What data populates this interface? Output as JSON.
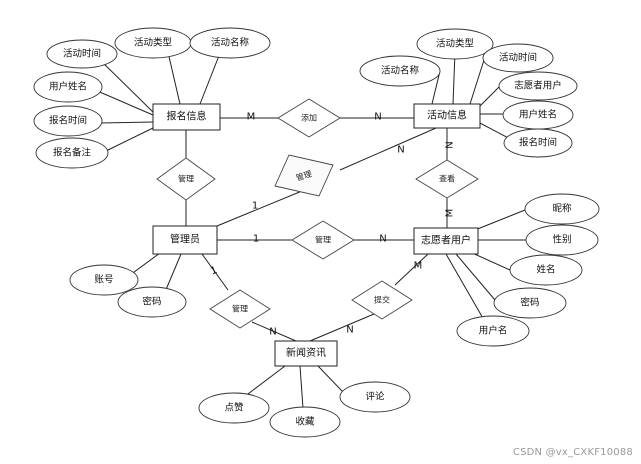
{
  "entities": {
    "baoming": "报名信息",
    "huodong": "活动信息",
    "guanliyuan": "管理员",
    "zhiyuanzhe": "志愿者用户",
    "xinwen": "新闻资讯"
  },
  "attributes": {
    "bm_time": "活动时间",
    "bm_type": "活动类型",
    "bm_name": "活动名称",
    "bm_username": "用户姓名",
    "bm_date": "报名时间",
    "bm_note": "报名备注",
    "hd_type": "活动类型",
    "hd_time": "活动时间",
    "hd_name": "活动名称",
    "hd_volunteer": "志愿者用户",
    "hd_username": "用户姓名",
    "hd_date": "报名时间",
    "gl_account": "账号",
    "gl_password": "密码",
    "zy_nickname": "昵称",
    "zy_gender": "性别",
    "zy_name": "姓名",
    "zy_password": "密码",
    "zy_username": "用户名",
    "xw_like": "点赞",
    "xw_fav": "收藏",
    "xw_comment": "评论"
  },
  "relationships": {
    "add": "添加",
    "manage_bm": "管理",
    "manage_hd": "管理",
    "view": "查看",
    "manage_zy": "管理",
    "manage_xw": "管理",
    "submit": "提交"
  },
  "cardinalities": {
    "add_left": "M",
    "add_right": "N",
    "manage_hd_left": "1",
    "manage_hd_right": "N",
    "view_top": "N",
    "view_bottom": "M",
    "manage_zy_left": "1",
    "manage_zy_right": "N",
    "manage_xw_top": "1",
    "manage_xw_bottom": "N",
    "submit_top": "M",
    "submit_bottom": "N"
  },
  "watermark": "CSDN @vx_CXKF10088"
}
